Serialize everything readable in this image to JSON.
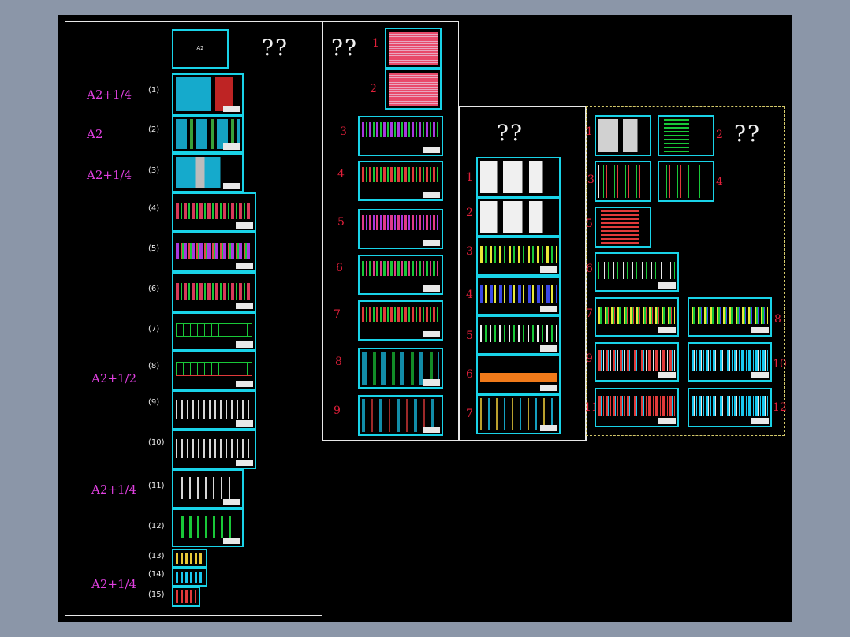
{
  "app": {
    "title": ""
  },
  "colors": {
    "background": "#8b96a8",
    "canvas": "#000000",
    "sheet_border": "#19d3e8",
    "size_label": "#e040e0",
    "sheet_number": "#e0203a",
    "frame": "#e8e8e8"
  },
  "group_a": {
    "unknown_label": "??",
    "cover_text": "A2",
    "size_labels": [
      "A2+1/4",
      "A2",
      "A2+1/4",
      "A2+1/2",
      "A2+1/4",
      "A2+1/4"
    ],
    "sheet_labels": [
      "(1)",
      "(2)",
      "(3)",
      "(4)",
      "(5)",
      "(6)",
      "(7)",
      "(8)",
      "(9)",
      "(10)",
      "(11)",
      "(12)",
      "(13)",
      "(14)",
      "(15)"
    ]
  },
  "group_b": {
    "unknown_label": "??",
    "sheet_numbers": [
      "1",
      "2",
      "3",
      "4",
      "5",
      "6",
      "7",
      "8",
      "9"
    ]
  },
  "group_c": {
    "unknown_label": "??",
    "sheet_numbers": [
      "1",
      "2",
      "3",
      "4",
      "5",
      "6",
      "7"
    ]
  },
  "group_d": {
    "unknown_label": "??",
    "sheet_numbers": [
      "1",
      "2",
      "3",
      "4",
      "5",
      "6",
      "7",
      "8",
      "9",
      "10",
      "11",
      "12"
    ]
  }
}
